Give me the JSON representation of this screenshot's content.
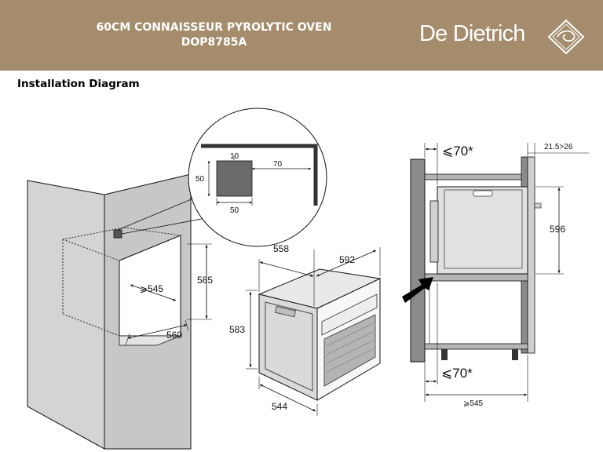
{
  "header": {
    "title_line1": "60CM CONNAISSEUR PYROLYTIC OVEN",
    "title_line2": "DOP8785A",
    "brand": "De Dietrich",
    "background_color": "#a48c6c"
  },
  "section_title": "Installation Diagram",
  "dimensions": {
    "zoom_top": "10",
    "zoom_right": "70",
    "zoom_left": "50",
    "zoom_bottom": "50",
    "cabinet_depth": "⩾545",
    "cabinet_height": "585",
    "cabinet_width": "560",
    "oven_depth": "558",
    "oven_width_top": "592",
    "oven_height": "583",
    "oven_width_bottom": "544",
    "side_top_clearance": "⩽70*",
    "side_top_right": "21.5>26",
    "side_height": "596",
    "side_bottom_clearance": "⩽70*",
    "side_depth": "⩾545"
  }
}
